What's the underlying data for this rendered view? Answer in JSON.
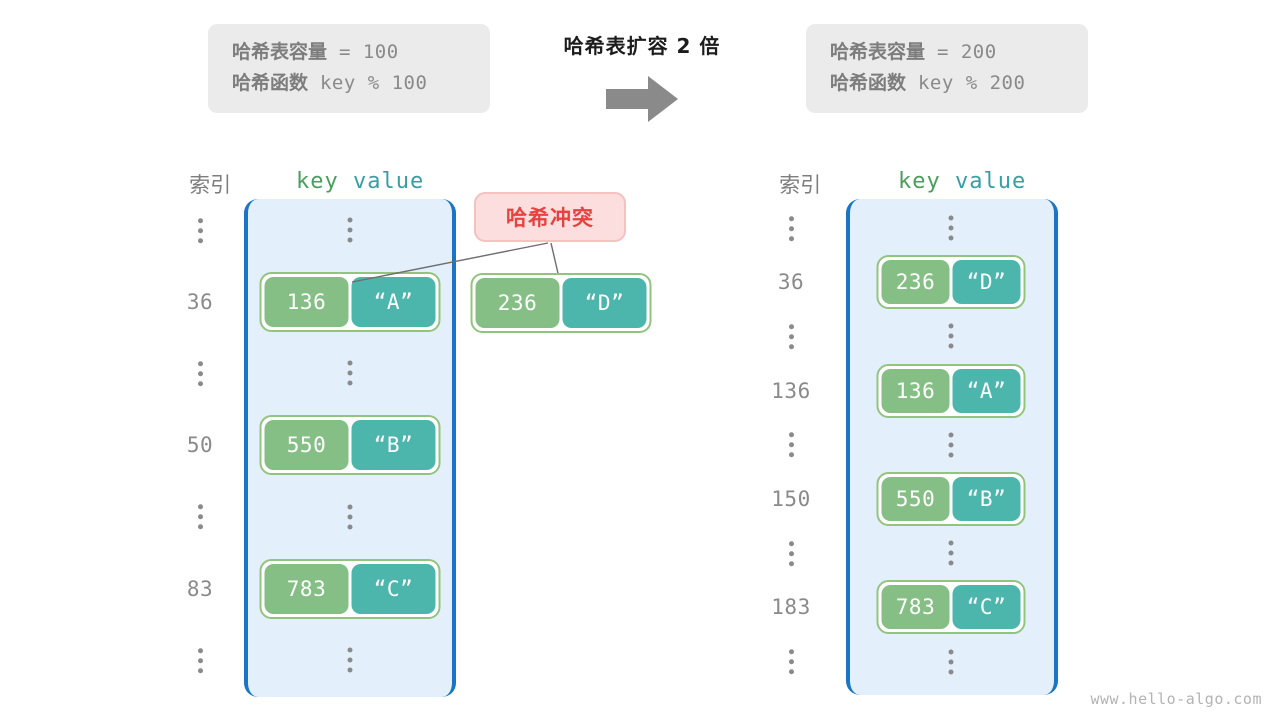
{
  "diagram": {
    "title": "哈希表扩容 2 倍",
    "arrow_icon": "right-arrow-icon",
    "watermark": "www.hello-algo.com"
  },
  "info_left": {
    "capacity_label": "哈希表容量",
    "capacity_value": " = 100",
    "function_label": "哈希函数",
    "function_value": " key % 100"
  },
  "info_right": {
    "capacity_label": "哈希表容量",
    "capacity_value": " = 200",
    "function_label": "哈希函数",
    "function_value": " key % 200"
  },
  "headers": {
    "index": "索引",
    "key": "key",
    "value": "value"
  },
  "collision": {
    "label": "哈希冲突"
  },
  "left_table": {
    "rows": [
      {
        "index": "⋮",
        "type": "ellipsis"
      },
      {
        "index": "36",
        "type": "entry",
        "key": "136",
        "value": "“A”"
      },
      {
        "index": "⋮",
        "type": "ellipsis"
      },
      {
        "index": "50",
        "type": "entry",
        "key": "550",
        "value": "“B”"
      },
      {
        "index": "⋮",
        "type": "ellipsis"
      },
      {
        "index": "83",
        "type": "entry",
        "key": "783",
        "value": "“C”"
      },
      {
        "index": "⋮",
        "type": "ellipsis"
      }
    ]
  },
  "floating_pair": {
    "key": "236",
    "value": "“D”"
  },
  "right_table": {
    "rows": [
      {
        "index": "⋮",
        "type": "ellipsis"
      },
      {
        "index": "36",
        "type": "entry",
        "key": "236",
        "value": "“D”"
      },
      {
        "index": "⋮",
        "type": "ellipsis"
      },
      {
        "index": "136",
        "type": "entry",
        "key": "136",
        "value": "“A”"
      },
      {
        "index": "⋮",
        "type": "ellipsis"
      },
      {
        "index": "150",
        "type": "entry",
        "key": "550",
        "value": "“B”"
      },
      {
        "index": "⋮",
        "type": "ellipsis"
      },
      {
        "index": "183",
        "type": "entry",
        "key": "783",
        "value": "“C”"
      },
      {
        "index": "⋮",
        "type": "ellipsis"
      }
    ]
  },
  "colors": {
    "key_fill": "#85bf85",
    "value_fill": "#4db6ac",
    "pair_border": "#93c47d",
    "table_fill": "#e3f0fb",
    "table_border": "#1976c4",
    "collision_fill": "#fbdedd",
    "collision_text": "#e8423f",
    "info_fill": "#ebebeb",
    "arrow_fill": "#8a8a8a"
  }
}
